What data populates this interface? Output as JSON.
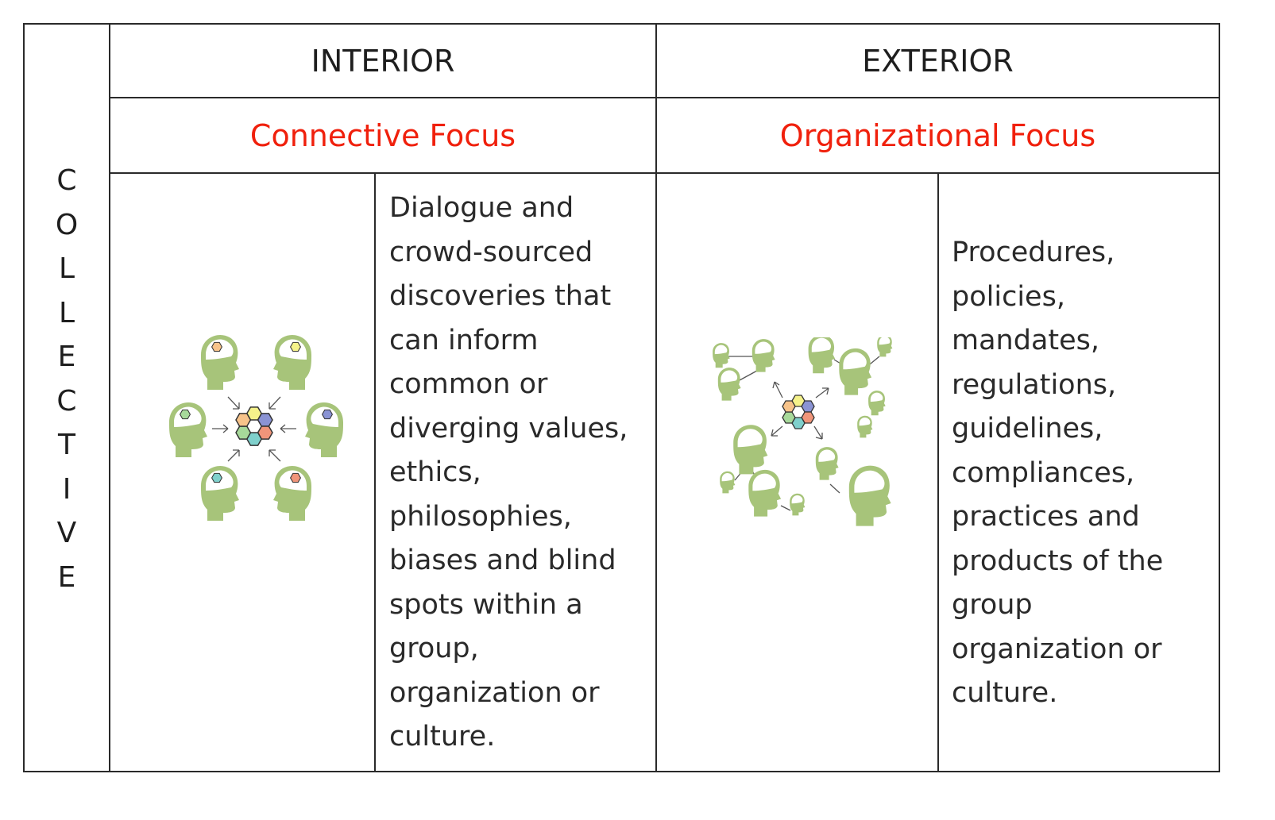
{
  "row_label": [
    "C",
    "O",
    "L",
    "L",
    "E",
    "C",
    "T",
    "I",
    "V",
    "E"
  ],
  "columns": [
    {
      "header": "INTERIOR",
      "focus": "Connective Focus",
      "description": [
        "Dialogue and",
        "crowd-sourced",
        "discoveries that",
        "can inform",
        "common or",
        "diverging values,",
        "ethics,",
        "philosophies,",
        "biases and blind",
        "spots within a",
        "group,",
        "organization or",
        "culture."
      ],
      "illustration": "heads-converging-on-hexagon-cluster-icon"
    },
    {
      "header": "EXTERIOR",
      "focus": "Organizational Focus",
      "description": [
        "Procedures,",
        "policies,",
        "mandates,",
        "regulations,",
        "guidelines,",
        "compliances,",
        "practices and",
        "products of the",
        "group",
        "organization or",
        "culture."
      ],
      "illustration": "hexagon-cluster-radiating-to-head-network-icon"
    }
  ],
  "colors": {
    "accent": "#f0200c",
    "head_green": "#a7c47a",
    "line": "#2a2a2a",
    "hex": [
      "#f7c38a",
      "#f5f28a",
      "#8a93d4",
      "#f0957a",
      "#7fd0cc",
      "#a7d99a"
    ]
  }
}
